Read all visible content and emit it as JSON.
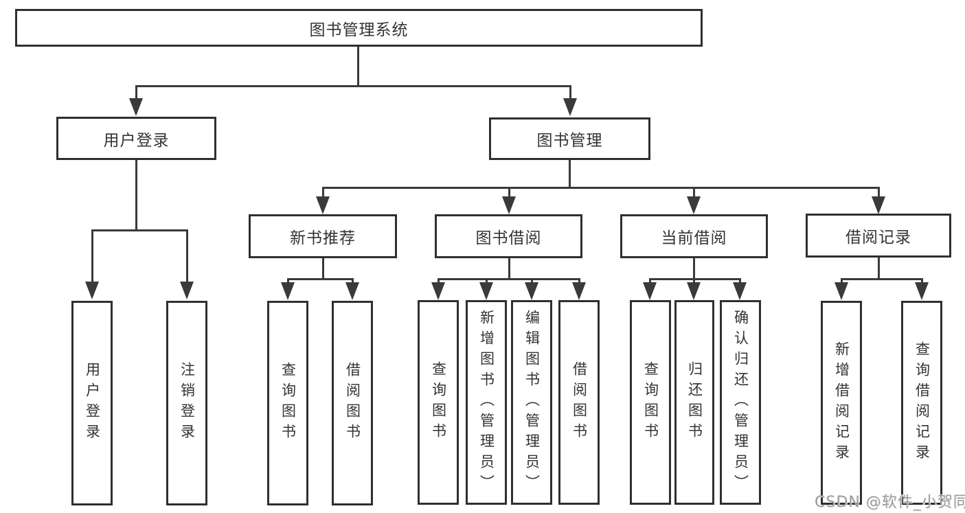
{
  "diagram_type": "hierarchy-tree",
  "tree": {
    "root": {
      "label": "图书管理系统",
      "children": [
        {
          "label": "用户登录",
          "children": [
            {
              "label": "用户登录"
            },
            {
              "label": "注销登录"
            }
          ]
        },
        {
          "label": "图书管理",
          "children": [
            {
              "label": "新书推荐",
              "children": [
                {
                  "label": "查询图书"
                },
                {
                  "label": "借阅图书"
                }
              ]
            },
            {
              "label": "图书借阅",
              "children": [
                {
                  "label": "查询图书"
                },
                {
                  "label": "新增图书（管理员）"
                },
                {
                  "label": "编辑图书（管理员）"
                },
                {
                  "label": "借阅图书"
                }
              ]
            },
            {
              "label": "当前借阅",
              "children": [
                {
                  "label": "查询图书"
                },
                {
                  "label": "归还图书"
                },
                {
                  "label": "确认归还（管理员）"
                }
              ]
            },
            {
              "label": "借阅记录",
              "children": [
                {
                  "label": "新增借阅记录"
                },
                {
                  "label": "查询借阅记录"
                }
              ]
            }
          ]
        }
      ]
    }
  },
  "watermark": "CSDN @软件_小贺同学",
  "colors": {
    "background": "#ffffff",
    "box_border": "#2f2f2f",
    "line": "#3a3a3a",
    "text": "#333333",
    "watermark": "#9c9c9c"
  }
}
